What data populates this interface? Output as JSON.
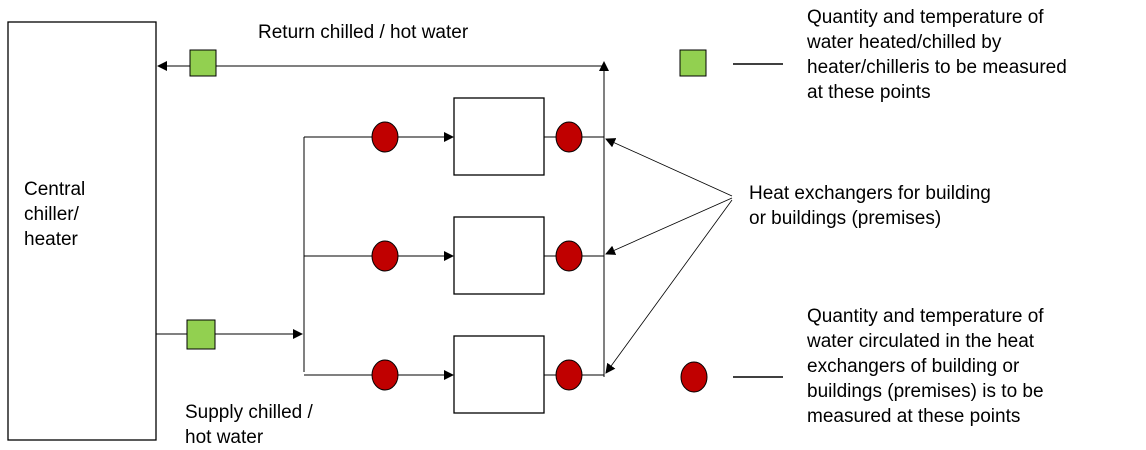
{
  "labels": {
    "central_box": [
      "Central",
      "chiller/",
      "heater"
    ],
    "return_line": "Return chilled / hot water",
    "supply_line": [
      "Supply chilled /",
      "hot water"
    ],
    "heat_exchangers": [
      "Heat exchangers for building",
      "or buildings (premises)"
    ]
  },
  "legend": {
    "square": [
      "Quantity and temperature of",
      "water heated/chilled by",
      "heater/chilleris to be measured",
      "at these points"
    ],
    "circle": [
      "Quantity and temperature of",
      "water circulated in the heat",
      "exchangers of building or",
      "buildings (premises) is to be",
      "measured at these points"
    ]
  },
  "colors": {
    "square_fill": "#92d050",
    "circle_fill": "#c00000",
    "line": "#000000"
  }
}
